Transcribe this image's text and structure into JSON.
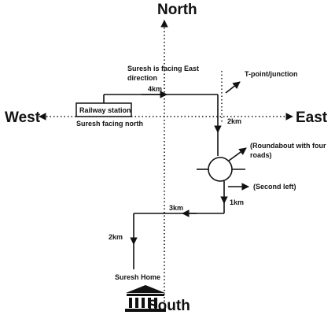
{
  "compass": {
    "north": "North",
    "south": "South",
    "east": "East",
    "west": "West"
  },
  "labels": {
    "facing_east_line1": "Suresh is facing East",
    "facing_east_line2": "direction",
    "railway_station": "Railway station",
    "facing_north": "Suresh facing north",
    "dist_4km": "4km",
    "t_point": "T-point/junction",
    "dist_2km_right": "2km",
    "roundabout_line1": "(Roundabout with four",
    "roundabout_line2": "roads)",
    "second_left": "(Second left)",
    "dist_1km": "1km",
    "dist_3km": "3km",
    "dist_2km_left": "2km",
    "suresh_home": "Suresh Home"
  },
  "icons": {
    "home": "building-columns-icon"
  }
}
